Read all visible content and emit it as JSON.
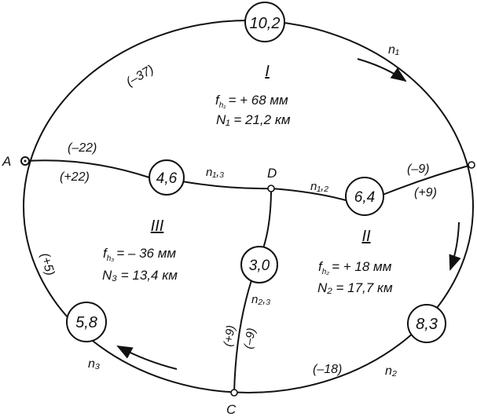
{
  "points": {
    "A": "A",
    "D": "D",
    "C": "C"
  },
  "nodes": {
    "top": "10,2",
    "left_mid": "4,6",
    "right_mid": "6,4",
    "center": "3,0",
    "bottom_left": "5,8",
    "bottom_right": "8,3"
  },
  "edge_labels": {
    "n1": "n₁",
    "n13": "n₁,₃",
    "n12": "n₁,₂",
    "n23": "n₂,₃",
    "n2": "n₂",
    "n3": "n₃"
  },
  "corrections": {
    "upper_left_arc": "(–37)",
    "a_upper": "(–22)",
    "a_lower": "(+22)",
    "right_upper": "(–9)",
    "right_lower": "(+9)",
    "left_arc": "(+5)",
    "vertical_left": "(+9)",
    "vertical_right": "(–9)",
    "bottom_arc": "(–18)"
  },
  "loops": {
    "I": {
      "numeral": "I",
      "f": "f",
      "f_sub": "h₁",
      "f_value": "= + 68 мм",
      "N": "N₁ = 21,2 км"
    },
    "II": {
      "numeral": "II",
      "f": "f",
      "f_sub": "h₂",
      "f_value": "= + 18 мм",
      "N": "N₂ = 17,7 км"
    },
    "III": {
      "numeral": "III",
      "f": "f",
      "f_sub": "h₃",
      "f_value": "= – 36 мм",
      "N": "N₃ = 13,4 км"
    }
  }
}
